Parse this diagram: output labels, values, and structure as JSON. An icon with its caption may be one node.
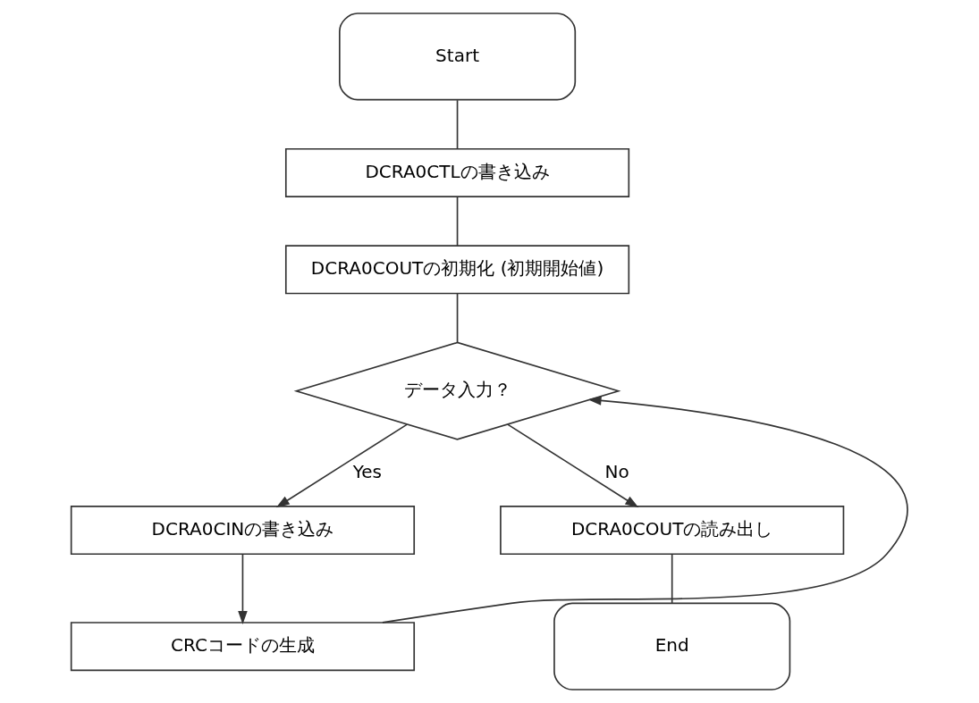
{
  "diagram": {
    "nodes": [
      {
        "text": [
          "Start"
        ]
      },
      {
        "text": [
          "DCRA0CTLの書き込み"
        ]
      },
      {
        "text": [
          "DCRA0COUTの初期化 (初期開始値)"
        ]
      },
      {
        "text": [
          "データ入力？"
        ]
      },
      {
        "text": [
          "DCRA0CINの書き込み"
        ]
      },
      {
        "text": [
          "CRCコードの生成"
        ]
      },
      {
        "text": [
          "DCRA0COUTの読み出し"
        ]
      },
      {
        "text": [
          "End"
        ]
      }
    ],
    "edges": [
      {
        "from": 0,
        "to": 1,
        "arrow": "none"
      },
      {
        "from": 1,
        "to": 2,
        "arrow": "none"
      },
      {
        "from": 2,
        "to": 3,
        "arrow": "none"
      },
      {
        "from": 3,
        "to": 4,
        "label": "Yes",
        "arrow": "to"
      },
      {
        "from": 4,
        "to": 5,
        "arrow": "to"
      },
      {
        "from": 5,
        "to": 3,
        "arrow": "to"
      },
      {
        "from": 3,
        "to": 6,
        "label": "No",
        "arrow": "to"
      },
      {
        "from": 6,
        "to": 7,
        "arrow": "none"
      }
    ]
  }
}
